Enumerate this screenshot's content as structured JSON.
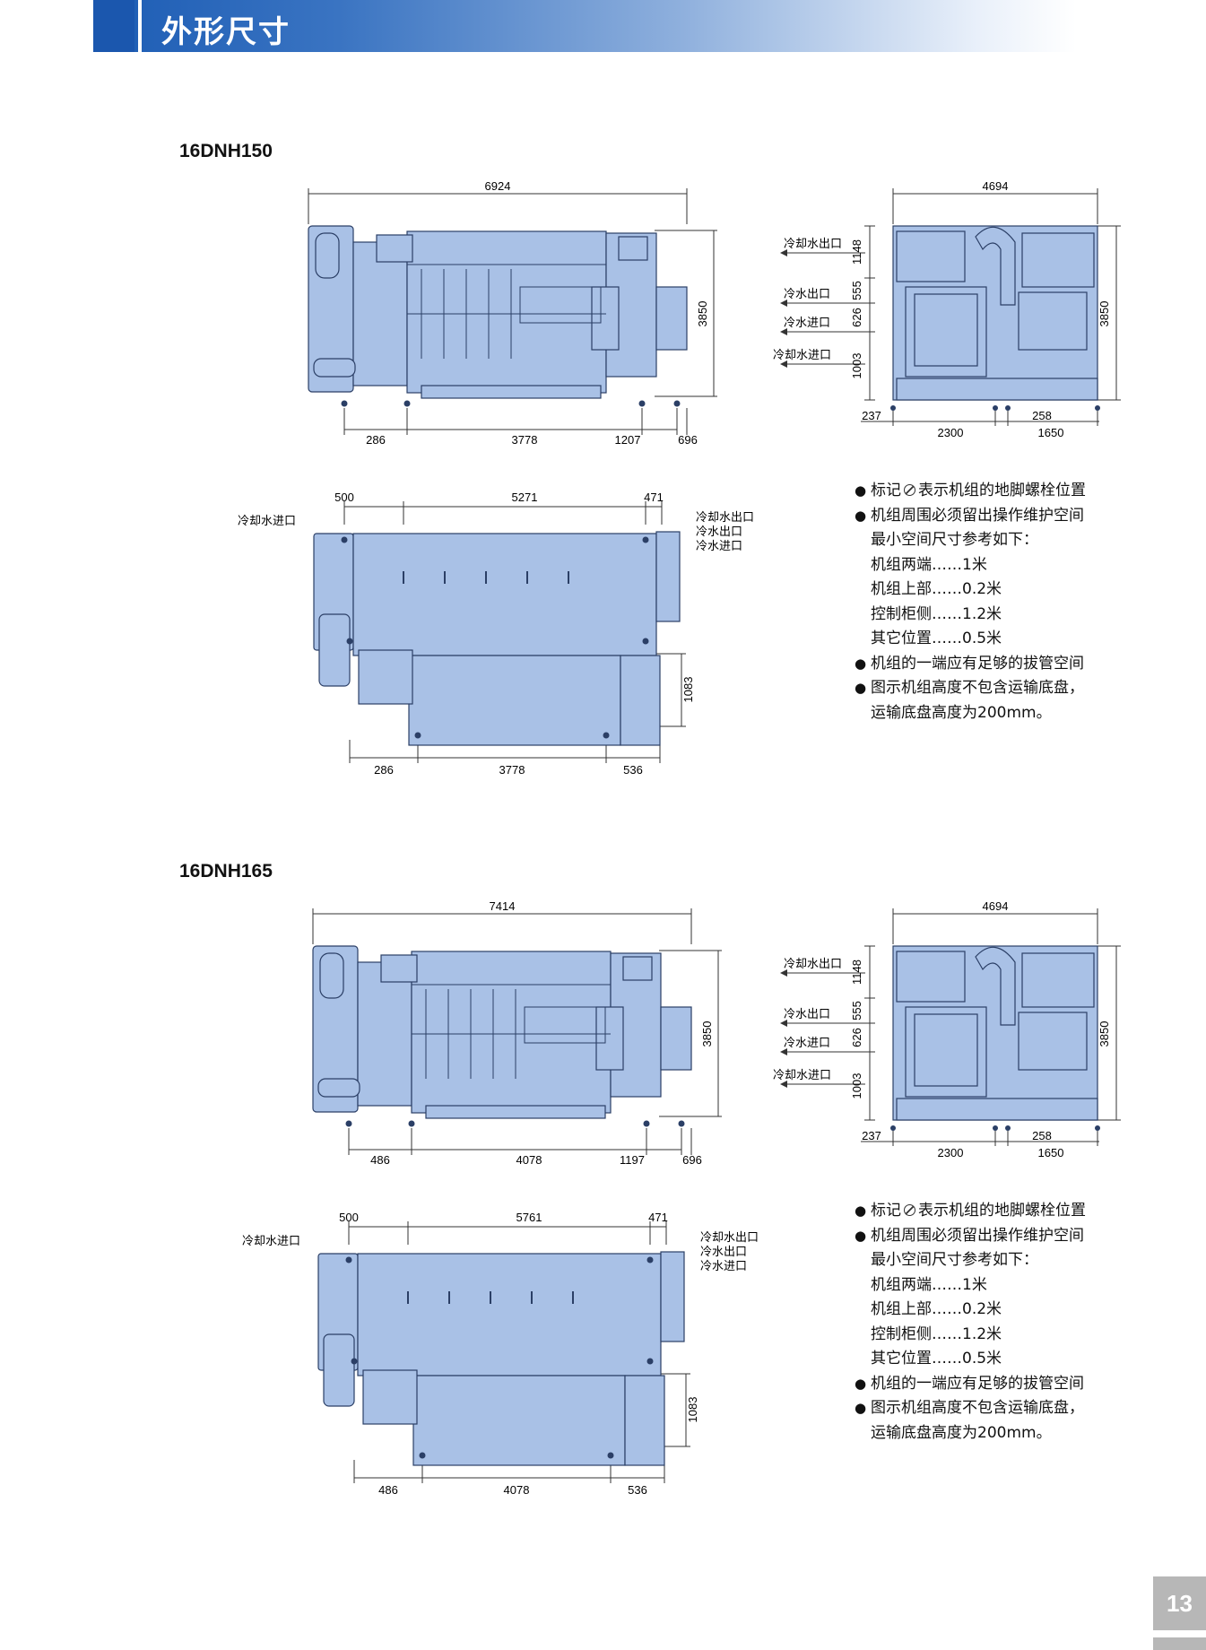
{
  "header": {
    "title": "外形尺寸"
  },
  "page_number": "13",
  "colors": {
    "unit_fill": "#a9c1e6",
    "unit_stroke": "#2b3f66",
    "header_blue": "#1b57ae"
  },
  "sections": [
    {
      "model": "16DNH150",
      "side": {
        "total": "6924",
        "height": "3850",
        "b1": "286",
        "b2": "3778",
        "b3": "1207",
        "b4": "696"
      },
      "end": {
        "width": "4694",
        "height": "3850",
        "v1": "1148",
        "v2": "555",
        "v3": "626",
        "v4": "1003",
        "h0": "237",
        "h1": "2300",
        "h2": "258",
        "h3": "1650",
        "labels": [
          "冷却水出口",
          "冷水出口",
          "冷水进口",
          "冷却水进口"
        ]
      },
      "plan": {
        "t1": "500",
        "t2": "5271",
        "t3": "471",
        "b1": "286",
        "b2": "3778",
        "b3": "536",
        "right": "1083",
        "left_label": "冷却水进口",
        "right_labels": [
          "冷却水出口",
          "冷水出口",
          "冷水进口"
        ]
      }
    },
    {
      "model": "16DNH165",
      "side": {
        "total": "7414",
        "height": "3850",
        "b1": "486",
        "b2": "4078",
        "b3": "1197",
        "b4": "696"
      },
      "end": {
        "width": "4694",
        "height": "3850",
        "v1": "1148",
        "v2": "555",
        "v3": "626",
        "v4": "1003",
        "h0": "237",
        "h1": "2300",
        "h2": "258",
        "h3": "1650",
        "labels": [
          "冷却水出口",
          "冷水出口",
          "冷水进口",
          "冷却水进口"
        ]
      },
      "plan": {
        "t1": "500",
        "t2": "5761",
        "t3": "471",
        "b1": "486",
        "b2": "4078",
        "b3": "536",
        "right": "1083",
        "left_label": "冷却水进口",
        "right_labels": [
          "冷却水出口",
          "冷水出口",
          "冷水进口"
        ]
      }
    }
  ],
  "notes": {
    "n1_a": "标记",
    "n1_b": "表示机组的地脚螺栓位置",
    "n2": "机组周围必须留出操作维护空间",
    "n2_sub": "最小空间尺寸参考如下：",
    "n3": "机组两端……1米",
    "n4": "机组上部……0.2米",
    "n5": "控制柜侧……1.2米",
    "n6": "其它位置……0.5米",
    "n7": "机组的一端应有足够的拔管空间",
    "n8": "图示机组高度不包含运输底盘，",
    "n8_sub": "运输底盘高度为200mm。"
  }
}
